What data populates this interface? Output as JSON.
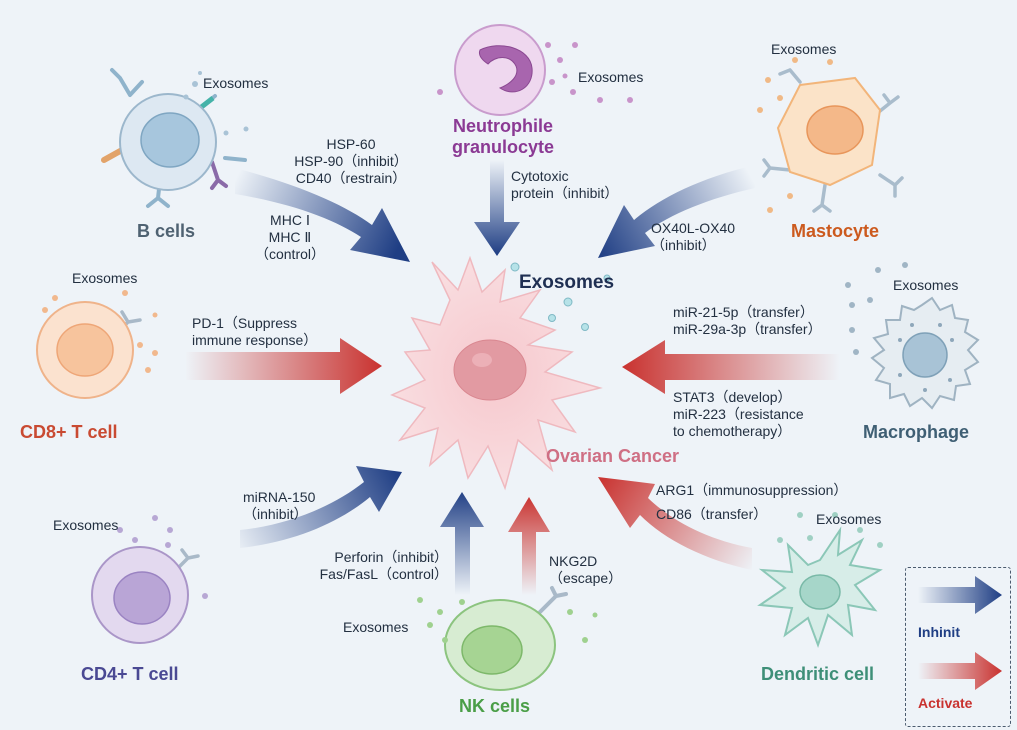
{
  "center": {
    "title": "Exosomes",
    "subtitle": "Ovarian Cancer"
  },
  "cells": {
    "b_cells": {
      "name": "B cells",
      "exosomes": "Exosomes",
      "factors": [
        "HSP-60",
        "HSP-90（inhibit）",
        "CD40（restrain）"
      ],
      "factors2": [
        "MHC Ⅰ",
        "MHC Ⅱ",
        "（control）"
      ]
    },
    "neutrophile": {
      "name": [
        "Neutrophile",
        "granulocyte"
      ],
      "exosomes": "Exosomes",
      "factors": [
        "Cytotoxic",
        "protein（inhibit）"
      ]
    },
    "mastocyte": {
      "name": "Mastocyte",
      "exosomes": "Exosomes",
      "factors": [
        "OX40L-OX40",
        "（inhibit）"
      ]
    },
    "cd8": {
      "name": "CD8+ T cell",
      "exosomes": "Exosomes",
      "factors": [
        "PD-1（Suppress",
        "immune response）"
      ]
    },
    "macrophage": {
      "name": "Macrophage",
      "exosomes": "Exosomes",
      "factors_top": [
        "miR-21-5p（transfer）",
        "miR-29a-3p（transfer）"
      ],
      "factors_bottom": [
        "STAT3（develop）",
        "miR-223（resistance",
        "to chemotherapy）"
      ]
    },
    "cd4": {
      "name": "CD4+ T cell",
      "exosomes": "Exosomes",
      "factors": [
        "miRNA-150",
        "（inhibit）"
      ]
    },
    "nk": {
      "name": "NK cells",
      "exosomes": "Exosomes",
      "factors_inhibit": [
        "Perforin（inhibit）",
        "Fas/FasL（control）"
      ],
      "factors_activate": [
        "NKG2D",
        "（escape）"
      ]
    },
    "dendritic": {
      "name": "Dendritic cell",
      "exosomes": "Exosomes",
      "factors": [
        "ARG1（immunosuppression）",
        "CD86（transfer）"
      ]
    }
  },
  "legend": {
    "inhibit": "Inhinit",
    "activate": "Activate"
  },
  "colors": {
    "inhibit": "#1f3e84",
    "activate": "#c9322f",
    "b_cells": "#4f6272",
    "neutrophile": "#8b3a94",
    "mastocyte": "#cc5a1e",
    "cd8": "#c94a32",
    "macrophage": "#3f5f74",
    "cd4": "#4a4993",
    "nk": "#4a9e47",
    "dendritic": "#3e8f78",
    "ovarian": "#cf6f84"
  }
}
